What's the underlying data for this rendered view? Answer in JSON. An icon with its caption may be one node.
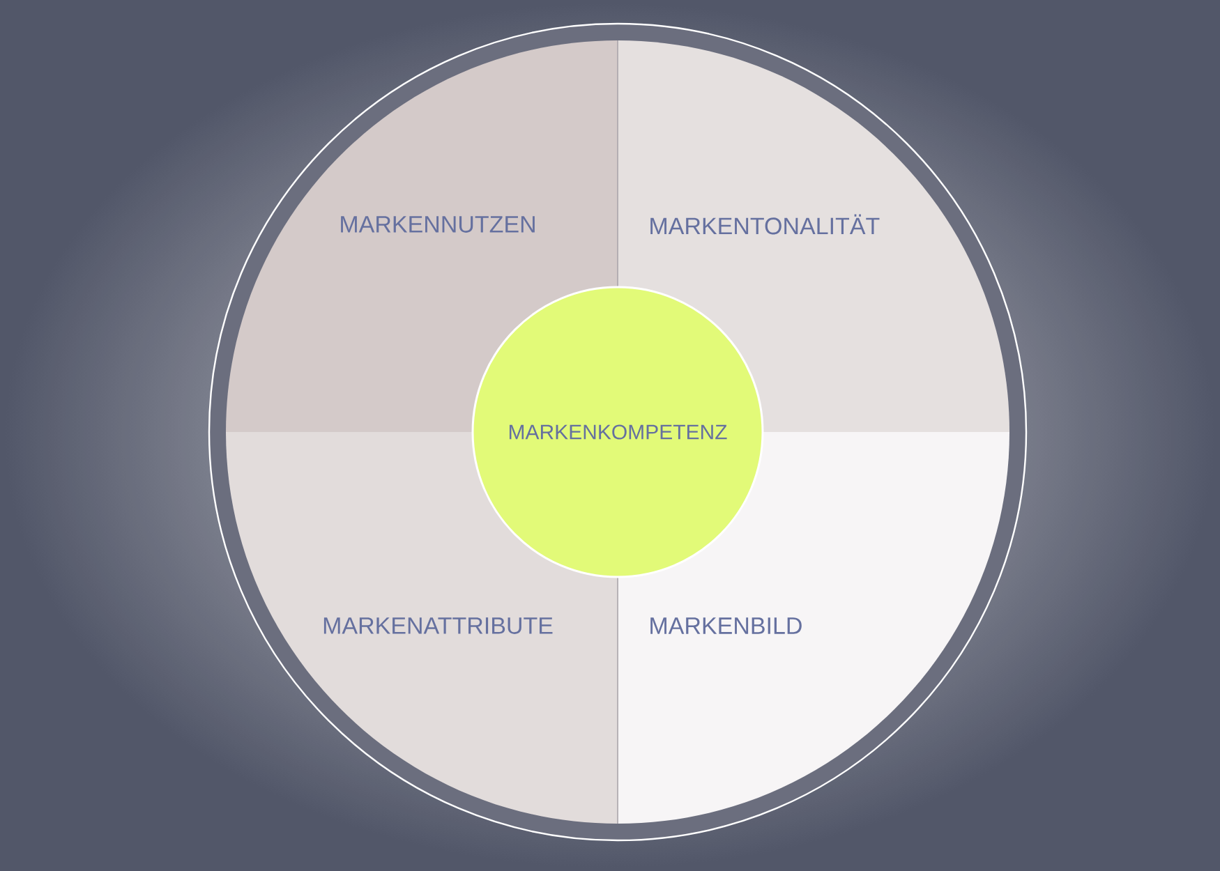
{
  "diagram": {
    "nodes": [
      {
        "text": [
          "MARKENNUTZEN"
        ]
      },
      {
        "text": [
          "MARKENTONALITÄT"
        ]
      },
      {
        "text": [
          "MARKENKOMPETENZ"
        ]
      },
      {
        "text": [
          "MARKENATTRIBUTE"
        ]
      },
      {
        "text": [
          "MARKENBILD"
        ]
      }
    ]
  }
}
